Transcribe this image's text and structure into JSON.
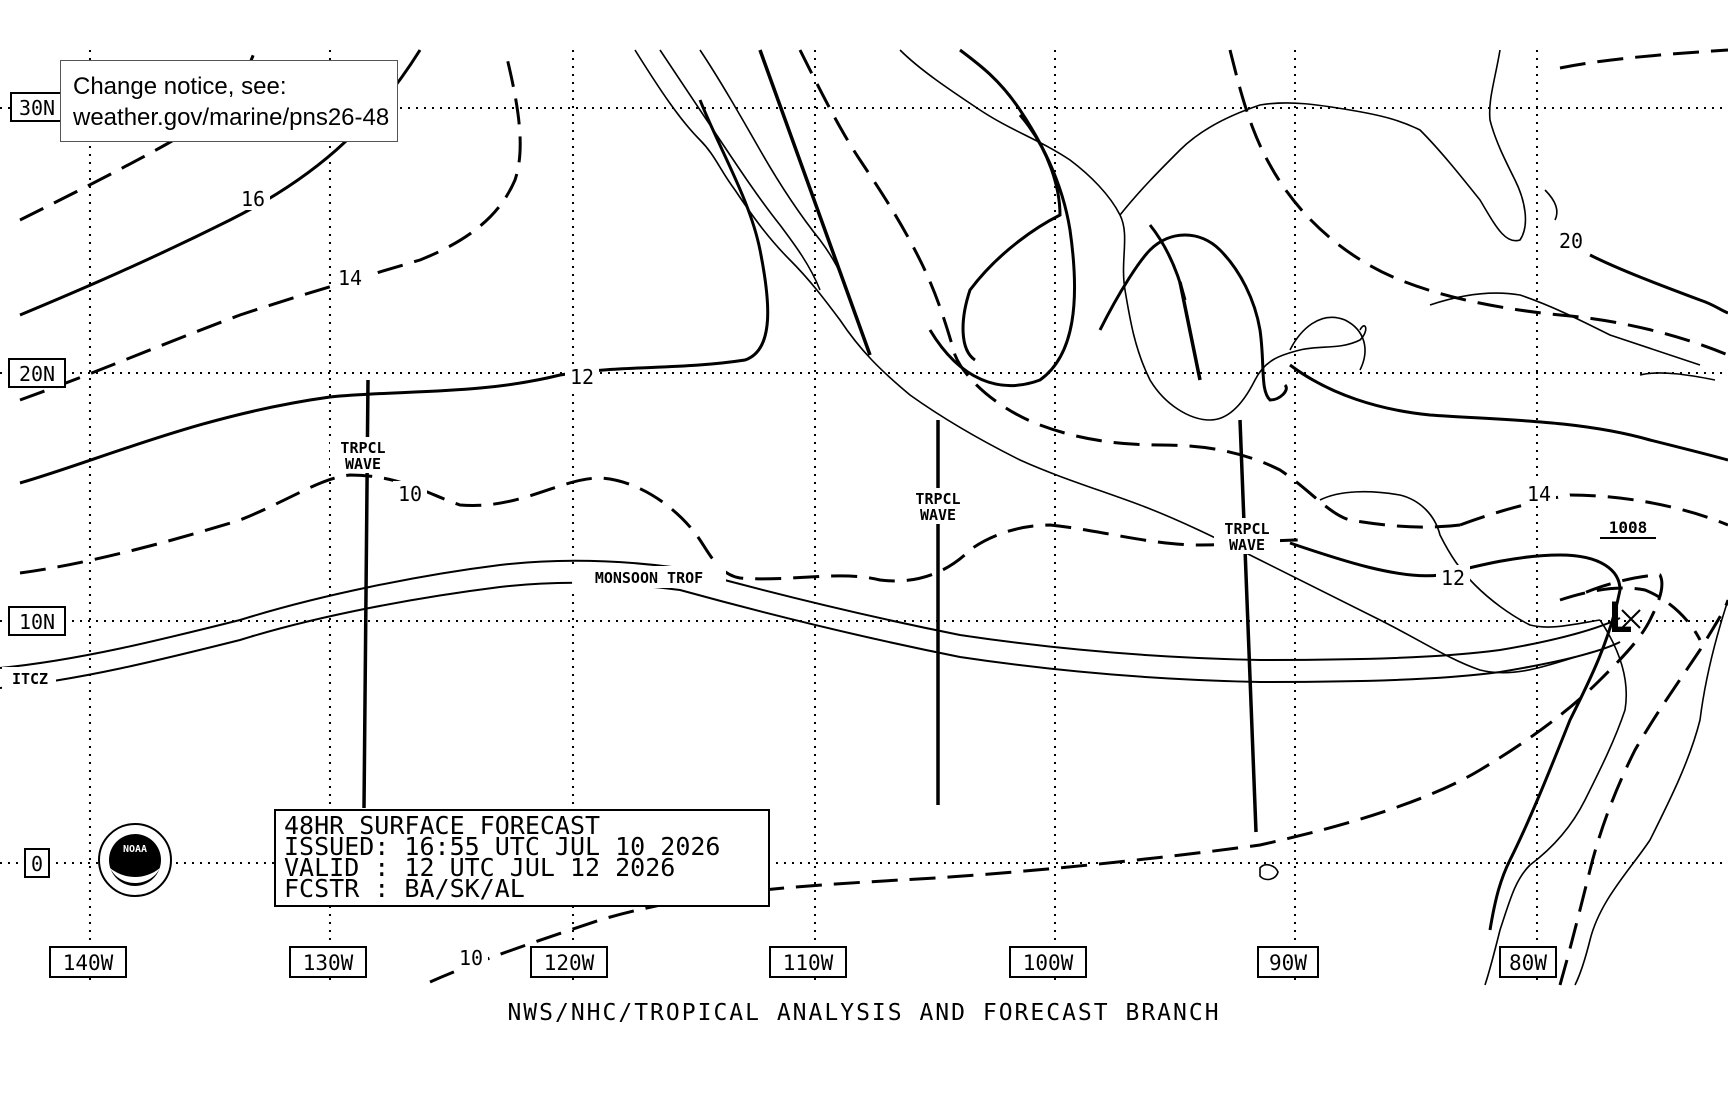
{
  "notice": {
    "line1": "Change notice, see:",
    "line2": "weather.gov/marine/pns26-48"
  },
  "info_box": {
    "line1": "48HR SURFACE FORECAST",
    "line2": "ISSUED: 16:55 UTC JUL 10 2026",
    "line3": "VALID : 12 UTC JUL 12 2026",
    "line4": "FCSTR : BA/SK/AL"
  },
  "footer": "NWS/NHC/TROPICAL ANALYSIS AND FORECAST BRANCH",
  "lat_labels": [
    "30N",
    "20N",
    "10N",
    "0"
  ],
  "lon_labels": [
    "140W",
    "130W",
    "120W",
    "110W",
    "100W",
    "90W",
    "80W"
  ],
  "isobar_labels": {
    "i16": "16",
    "i14_west": "14",
    "i12_west": "12",
    "i10_west": "10",
    "i10_south": "10",
    "i14_east": "14",
    "i12_east": "12",
    "i20": "20"
  },
  "features": {
    "wave1_a": "TRPCL",
    "wave1_b": "WAVE",
    "wave2_a": "TRPCL",
    "wave2_b": "WAVE",
    "wave3_a": "TRPCL",
    "wave3_b": "WAVE",
    "monsoon": "MONSOON TROF",
    "itcz": "ITCZ",
    "low_symbol": "L",
    "low_pressure": "1008"
  },
  "logo_text": "NOAA",
  "colors": {
    "ink": "#000000",
    "paper": "#ffffff"
  },
  "icons": {
    "low_center": "x-mark-icon",
    "logo": "noaa-logo-icon"
  }
}
